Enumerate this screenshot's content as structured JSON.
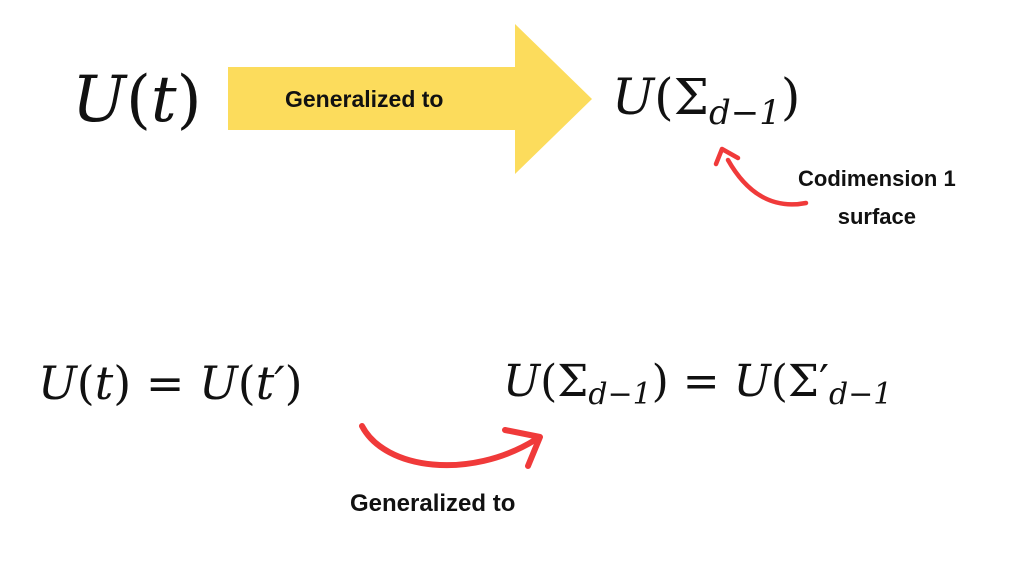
{
  "top": {
    "lhs": {
      "func": "U",
      "open": "(",
      "arg": "t",
      "close": ")"
    },
    "arrow_label": "Generalized to",
    "rhs": {
      "func": "U",
      "open": "(",
      "sigma": "Σ",
      "sub": "d−1",
      "close": ")"
    },
    "annotation": {
      "line1": "Codimension 1",
      "line2": "surface"
    }
  },
  "bottom": {
    "left_eq": {
      "func1": "U",
      "arg1": "t",
      "equals": "=",
      "func2": "U",
      "arg2": "t′"
    },
    "right_eq": {
      "func1": "U",
      "sigma1": "Σ",
      "sub1": "d−1",
      "equals": "=",
      "func2": "U",
      "sigma2": "Σ′",
      "sub2": "d−1"
    },
    "arrow_label": "Generalized to"
  },
  "colors": {
    "block_arrow": "#FCDC5C",
    "curved_arrow": "#F03A3A",
    "text": "#111111",
    "background": "#FFFFFF"
  }
}
